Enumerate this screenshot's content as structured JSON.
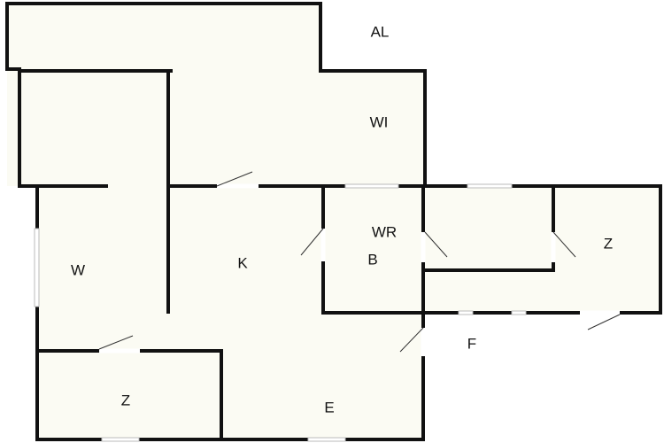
{
  "plan": {
    "labels": {
      "al": "AL",
      "wi": "WI",
      "wr": "WR",
      "b": "B",
      "z_right": "Z",
      "w": "W",
      "k": "K",
      "f": "F",
      "z_bottom": "Z",
      "e": "E"
    }
  }
}
